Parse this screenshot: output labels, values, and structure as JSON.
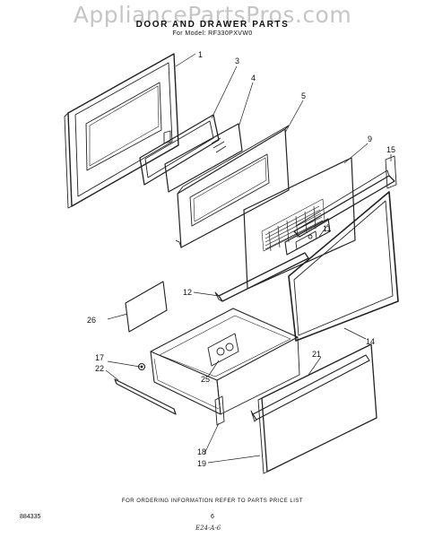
{
  "watermark": "AppliancePartsPros.com",
  "title": "DOOR AND DRAWER PARTS",
  "subtitle": "For Model: RF330PXVW0",
  "callouts": {
    "c1": "1",
    "c3": "3",
    "c4": "4",
    "c5": "5",
    "c9": "9",
    "c11": "11",
    "c12": "12",
    "c14": "14",
    "c15": "15",
    "c17": "17",
    "c18": "18",
    "c19": "19",
    "c21": "21",
    "c22": "22",
    "c25": "25",
    "c26": "26"
  },
  "footer": "FOR ORDERING INFORMATION REFER TO PARTS PRICE LIST",
  "doc_number": "884335",
  "page_number": "6",
  "handwritten_note": "E24-A-6"
}
